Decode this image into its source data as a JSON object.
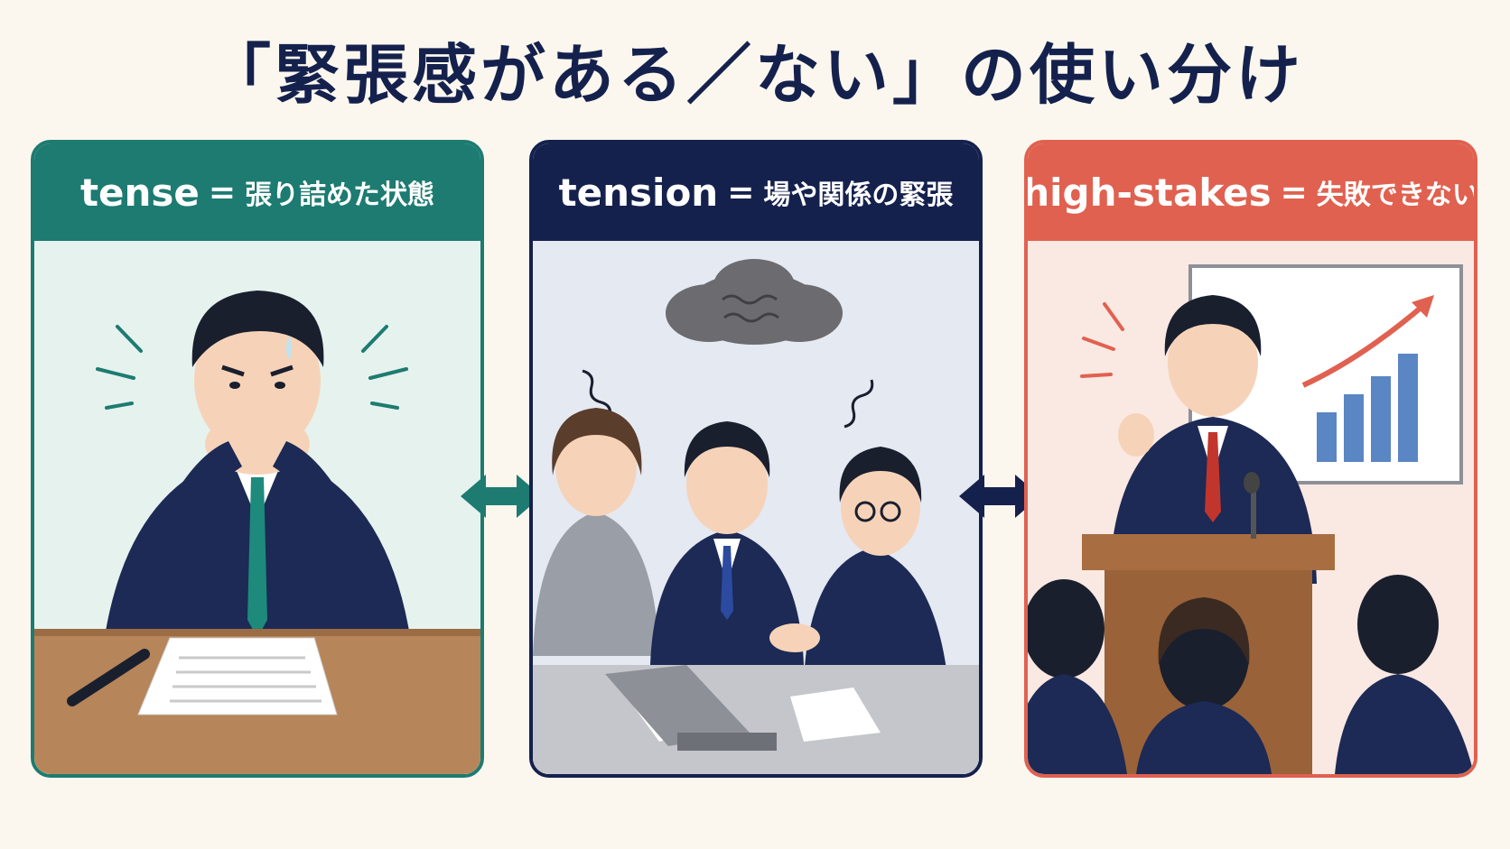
{
  "title": "「緊張感がある／ない」の使い分け",
  "panels": [
    {
      "term": "tense",
      "eq": "=",
      "meaning": "張り詰めた状態",
      "color": "#1d7b71",
      "illustration_icon": "tense-man-at-desk-icon"
    },
    {
      "term": "tension",
      "eq": "=",
      "meaning": "場や関係の緊張",
      "color": "#15214d",
      "illustration_icon": "tense-meeting-icon"
    },
    {
      "term": "high-stakes",
      "eq": "=",
      "meaning": "失敗できない",
      "color": "#e06150",
      "illustration_icon": "speaker-at-podium-icon"
    }
  ],
  "arrows": [
    {
      "icon": "double-arrow-icon",
      "color": "#1d7b71"
    },
    {
      "icon": "double-arrow-icon",
      "color": "#15214d"
    }
  ]
}
